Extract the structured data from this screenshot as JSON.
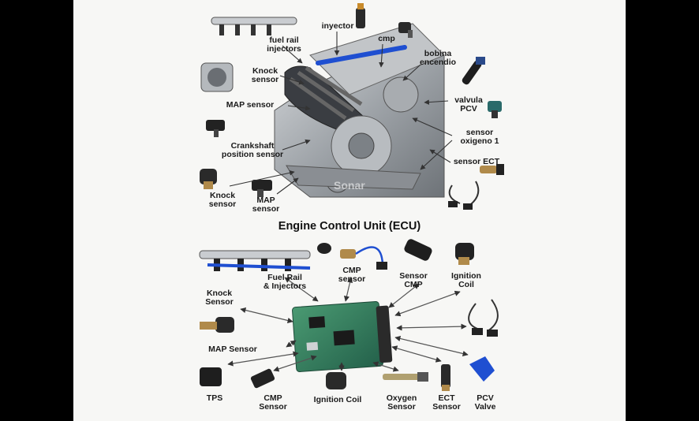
{
  "engine_labels": {
    "injector": "inyector",
    "fuel_rail": "fuel rail\ninjectors",
    "cmp": "cmp",
    "bobina": "bobina\nencendio",
    "knock_top": "Knock\nsensor",
    "valvula": "valvula\nPCV",
    "map_top": "MAP sensor",
    "oxigeno": "sensor\noxigeno 1",
    "crank": "Crankshaft\nposition sensor",
    "ect_top": "sensor ECT",
    "knock_bottom": "Knock\nsensor",
    "map_bottom": "MAP\nsensor"
  },
  "watermark": "Sonar",
  "ecu": {
    "title": "Engine Control Unit (ECU)",
    "labels": {
      "fuel_rail": "Fuel Rail\n& Injectors",
      "cmp": "CMP\nsensor",
      "sensor_cmp": "Sensor\nCMP",
      "ignition_coil": "Ignition\nCoil",
      "knock": "Knock\nSensor",
      "map": "MAP Sensor",
      "tps": "TPS",
      "cmp_bottom": "CMP\nSensor",
      "ignition_bottom": "Ignition Coil",
      "oxygen": "Oxygen\nSensor",
      "ect": "ECT\nSensor",
      "pcv": "PCV\nValve"
    }
  },
  "colors": {
    "background": "#000000",
    "panel": "#f7f7f5",
    "engine": "#9aa0a6",
    "ecu_board": "#2f7a5a",
    "accent_blue": "#1f4fd1"
  }
}
